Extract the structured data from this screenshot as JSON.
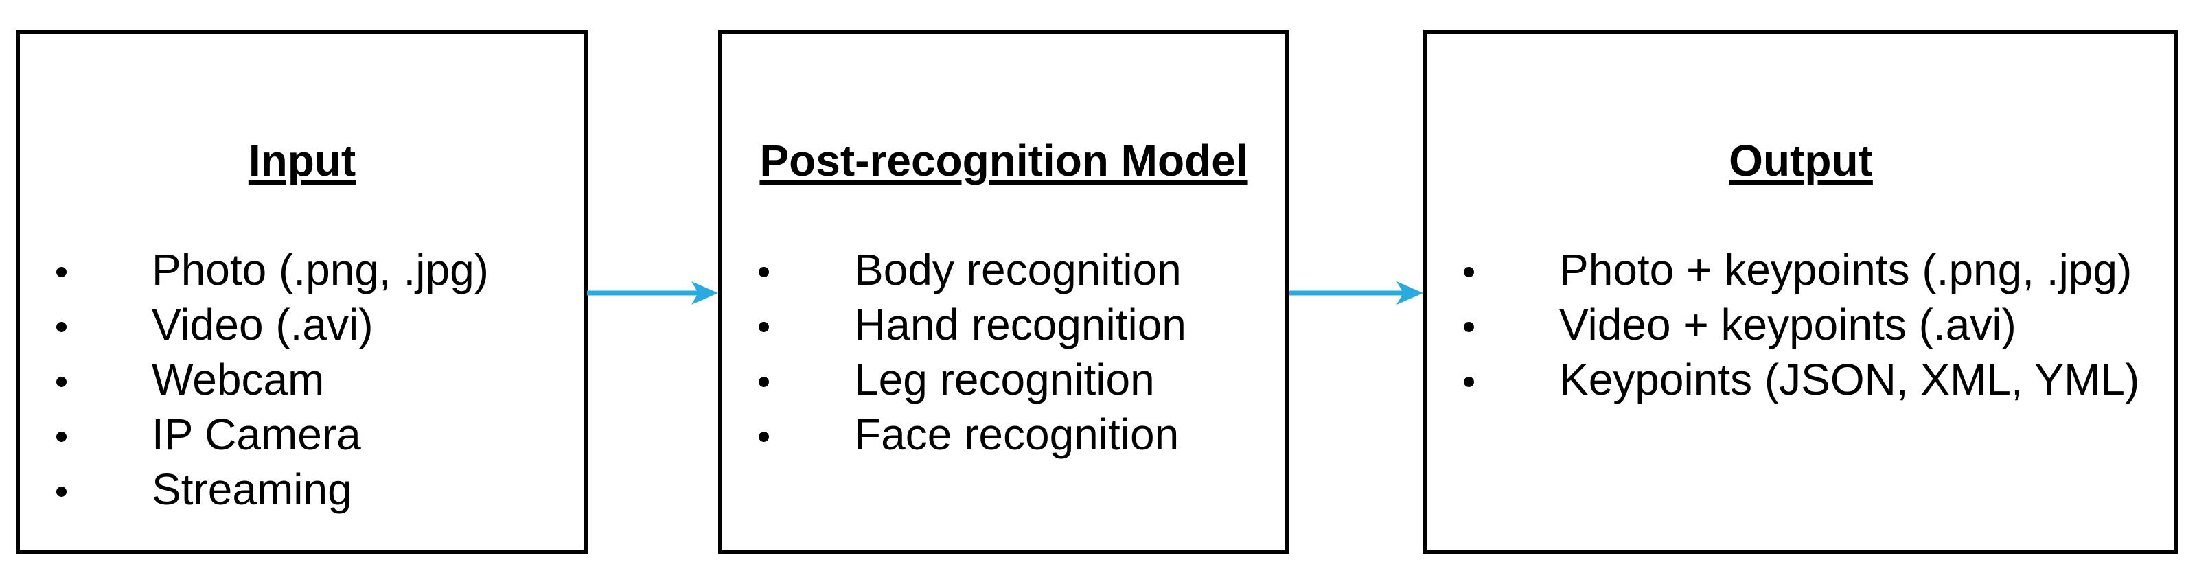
{
  "diagram": {
    "background": "#ffffff",
    "border_color": "#000000",
    "text_color": "#000000",
    "arrow_color": "#29abe2",
    "boxes": [
      {
        "title": "Input",
        "items": [
          "Photo (.png, .jpg)",
          "Video (.avi)",
          "Webcam",
          "IP Camera",
          "Streaming"
        ]
      },
      {
        "title": "Post-recognition Model",
        "items": [
          "Body recognition",
          "Hand recognition",
          "Leg recognition",
          "Face recognition"
        ]
      },
      {
        "title": "Output",
        "items": [
          "Photo + keypoints (.png, .jpg)",
          "Video + keypoints (.avi)",
          "Keypoints (JSON, XML, YML)"
        ]
      }
    ],
    "arrows": [
      {
        "from": "Input",
        "to": "Post-recognition Model"
      },
      {
        "from": "Post-recognition Model",
        "to": "Output"
      }
    ]
  }
}
